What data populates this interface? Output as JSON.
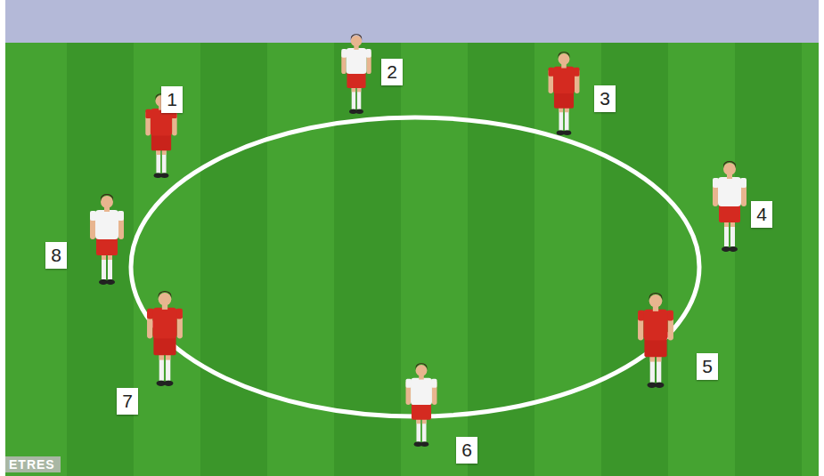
{
  "diagram": {
    "labels": [
      "1",
      "2",
      "3",
      "4",
      "5",
      "6",
      "7",
      "8",
      "ETRES"
    ]
  }
}
